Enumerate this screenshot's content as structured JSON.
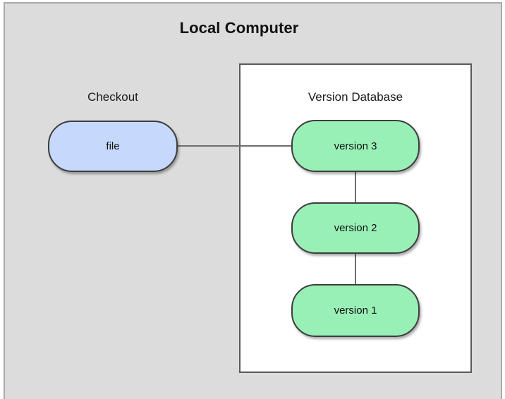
{
  "diagram": {
    "title": "Local Computer",
    "background_color": "#dcdcdc",
    "groups": [
      {
        "name": "version-database",
        "caption": "Version Database",
        "background_color": "#ffffff",
        "border_color": "#5a5a5a"
      },
      {
        "name": "checkout",
        "caption": "Checkout"
      }
    ],
    "nodes": [
      {
        "id": "file",
        "label": "file",
        "shape": "rounded-rectangle",
        "fill_color": "#c6d8fc",
        "border_color": "#3d3d3d",
        "group": "checkout"
      },
      {
        "id": "version3",
        "label": "version 3",
        "shape": "rounded-rectangle",
        "fill_color": "#99f0b6",
        "border_color": "#3d3d3d",
        "group": "version-database"
      },
      {
        "id": "version2",
        "label": "version 2",
        "shape": "rounded-rectangle",
        "fill_color": "#99f0b6",
        "border_color": "#3d3d3d",
        "group": "version-database"
      },
      {
        "id": "version1",
        "label": "version 1",
        "shape": "rounded-rectangle",
        "fill_color": "#99f0b6",
        "border_color": "#3d3d3d",
        "group": "version-database"
      }
    ],
    "edges": [
      {
        "from": "file",
        "to": "version3",
        "orientation": "horizontal",
        "color": "#6e6e6e"
      },
      {
        "from": "version3",
        "to": "version2",
        "orientation": "vertical",
        "color": "#6e6e6e"
      },
      {
        "from": "version2",
        "to": "version1",
        "orientation": "vertical",
        "color": "#6e6e6e"
      }
    ]
  }
}
